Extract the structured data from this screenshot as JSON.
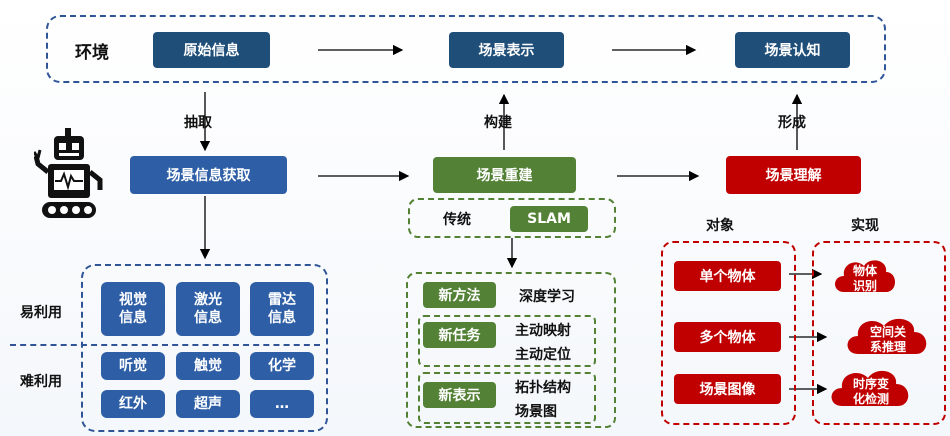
{
  "env": {
    "label": "环境",
    "raw_info": "原始信息",
    "scene_repr": "场景表示",
    "scene_cognition": "场景认知"
  },
  "arrows": {
    "extract": "抽取",
    "construct": "构建",
    "form": "形成"
  },
  "mid": {
    "acquisition": "场景信息获取",
    "reconstruction": "场景重建",
    "understanding": "场景理解"
  },
  "acquisition_panel": {
    "easy_label": "易利用",
    "hard_label": "难利用",
    "easy_tiles": [
      "视觉\n信息",
      "激光\n信息",
      "雷达\n信息"
    ],
    "hard_tiles": [
      "听觉",
      "触觉",
      "化学",
      "红外",
      "超声",
      "…"
    ]
  },
  "reconstruction_panel": {
    "traditional": "传统",
    "slam": "SLAM",
    "items": [
      {
        "tag": "新方法",
        "text": [
          "深度学习"
        ]
      },
      {
        "tag": "新任务",
        "text": [
          "主动映射",
          "主动定位"
        ]
      },
      {
        "tag": "新表示",
        "text": [
          "拓扑结构",
          "场景图"
        ]
      }
    ]
  },
  "understanding_panel": {
    "object_header": "对象",
    "realize_header": "实现",
    "objects": [
      "单个物体",
      "多个物体",
      "场景图像"
    ],
    "realizations": [
      "物体\n识别",
      "空间关\n系推理",
      "时序变\n化检测"
    ]
  },
  "colors": {
    "navy": "#1f4e79",
    "blue": "#2e5fa6",
    "green": "#538135",
    "red": "#c00000"
  },
  "icons": [
    "robot-icon",
    "cloud-shape"
  ]
}
